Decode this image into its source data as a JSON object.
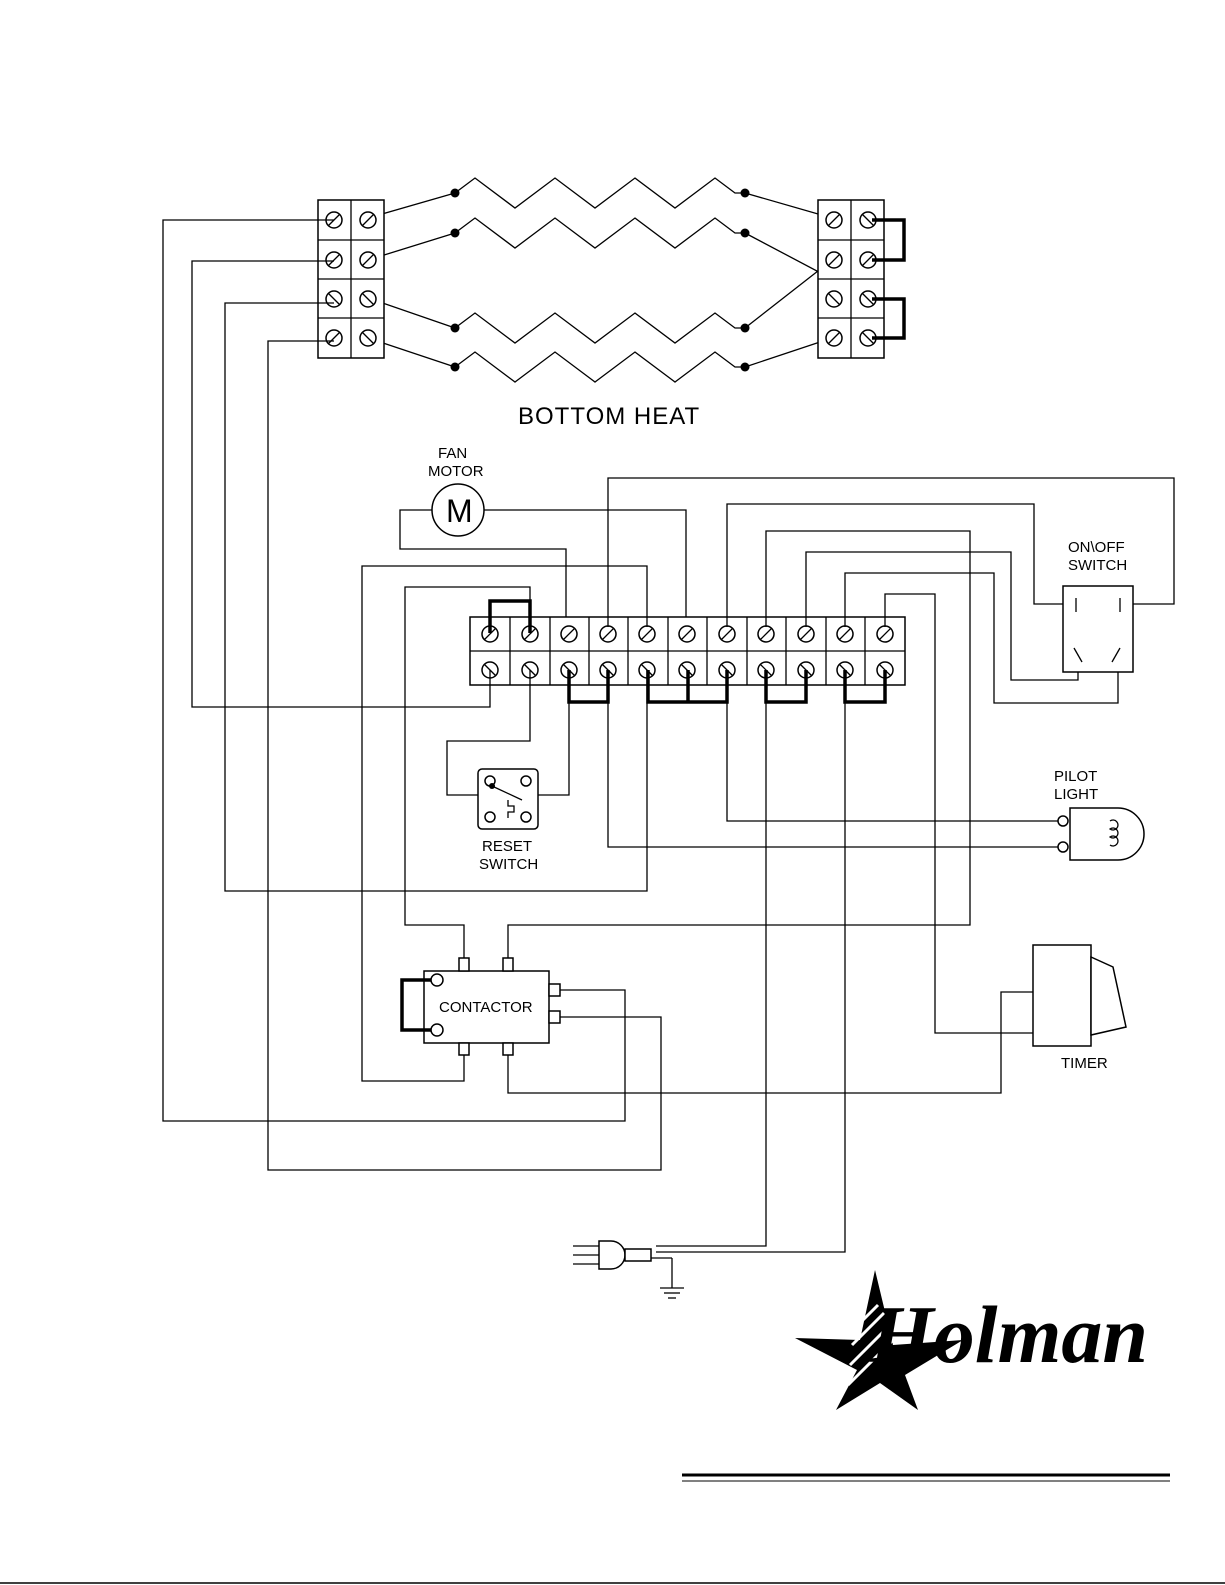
{
  "labels": {
    "bottom_heat": "BOTTOM  HEAT",
    "fan_motor_1": "FAN",
    "fan_motor_2": "MOTOR",
    "motor_symbol": "M",
    "onoff_1": "ON\\OFF",
    "onoff_2": "SWITCH",
    "pilot_1": "PILOT",
    "pilot_2": "LIGHT",
    "reset_1": "RESET",
    "reset_2": "SWITCH",
    "contactor": "CONTACTOR",
    "timer": "TIMER"
  },
  "logo": {
    "brand": "Holman"
  },
  "colors": {
    "ink": "#000000",
    "paper": "#ffffff"
  }
}
